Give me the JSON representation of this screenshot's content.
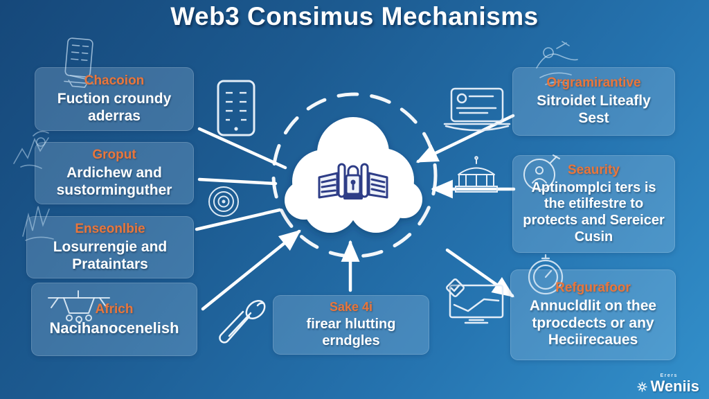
{
  "title": "Web3 Consimus Mechanisms",
  "left_boxes": [
    {
      "heading": "Chacoion",
      "body": "Fuction croundy aderras"
    },
    {
      "heading": "Groput",
      "body": "Ardichew and sustorminguther"
    },
    {
      "heading": "Enseonlbie",
      "body": "Losurrengie and Prataintars"
    },
    {
      "heading": "Africh",
      "body": "Nacihanocenelish"
    }
  ],
  "right_boxes": [
    {
      "heading": "Orgramirantive",
      "body": "Sitroidet Liteafly Sest"
    },
    {
      "heading": "Seaurity",
      "body": "Aptinomplci ters is the etilfestre to protects and Sereicer Cusin"
    },
    {
      "heading": "Refgurafoor",
      "body": "Annucldlit on thee tprocdects or any Heciirecaues"
    }
  ],
  "bottom_box": {
    "heading": "Sake 4i",
    "body": "firear hlutting erndgles"
  },
  "watermark": {
    "sub": "Erers",
    "brand": "Weniis"
  },
  "icons": {
    "center": "cloud-blockchain-lock",
    "scatter": [
      "smartphone",
      "spiral-target",
      "pen",
      "laptop",
      "bank-building",
      "chart-monitor",
      "hanging-scale-sketch",
      "badge-circle",
      "stopwatch",
      "device-sketch",
      "scribble-sketch"
    ]
  },
  "colors": {
    "background_top": "#16487a",
    "background_bottom": "#3390cb",
    "heading_orange": "#e9763c",
    "box_overlay": "rgba(190,220,242,0.22)",
    "text_white": "#ffffff",
    "lock_navy": "#2e3e87"
  }
}
